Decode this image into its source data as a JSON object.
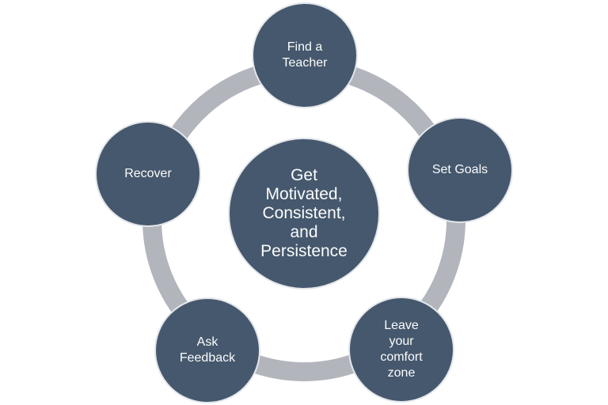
{
  "diagram": {
    "type": "cycle-diagram",
    "colors": {
      "node_fill": "#46586d",
      "node_border": "#e3e6ea",
      "ring": "#b2b6bc",
      "text": "#fbfcfd",
      "background": "#ffffff"
    },
    "center": {
      "label": "Get Motivated, Consistent, and Persistence",
      "text": "Get\nMotivated,\nConsistent,\nand\nPersistence"
    },
    "nodes": [
      {
        "id": "find-a-teacher",
        "position": "top",
        "label": "Find a Teacher",
        "text": "Find a\nTeacher"
      },
      {
        "id": "set-goals",
        "position": "right",
        "label": "Set Goals",
        "text": "Set Goals"
      },
      {
        "id": "leave-your-comfort-zone",
        "position": "bottom-right",
        "label": "Leave your comfort zone",
        "text": "Leave\nyour\ncomfort\nzone"
      },
      {
        "id": "ask-feedback",
        "position": "bottom-left",
        "label": "Ask Feedback",
        "text": "Ask\nFeedback"
      },
      {
        "id": "recover",
        "position": "left",
        "label": "Recover",
        "text": "Recover"
      }
    ]
  }
}
